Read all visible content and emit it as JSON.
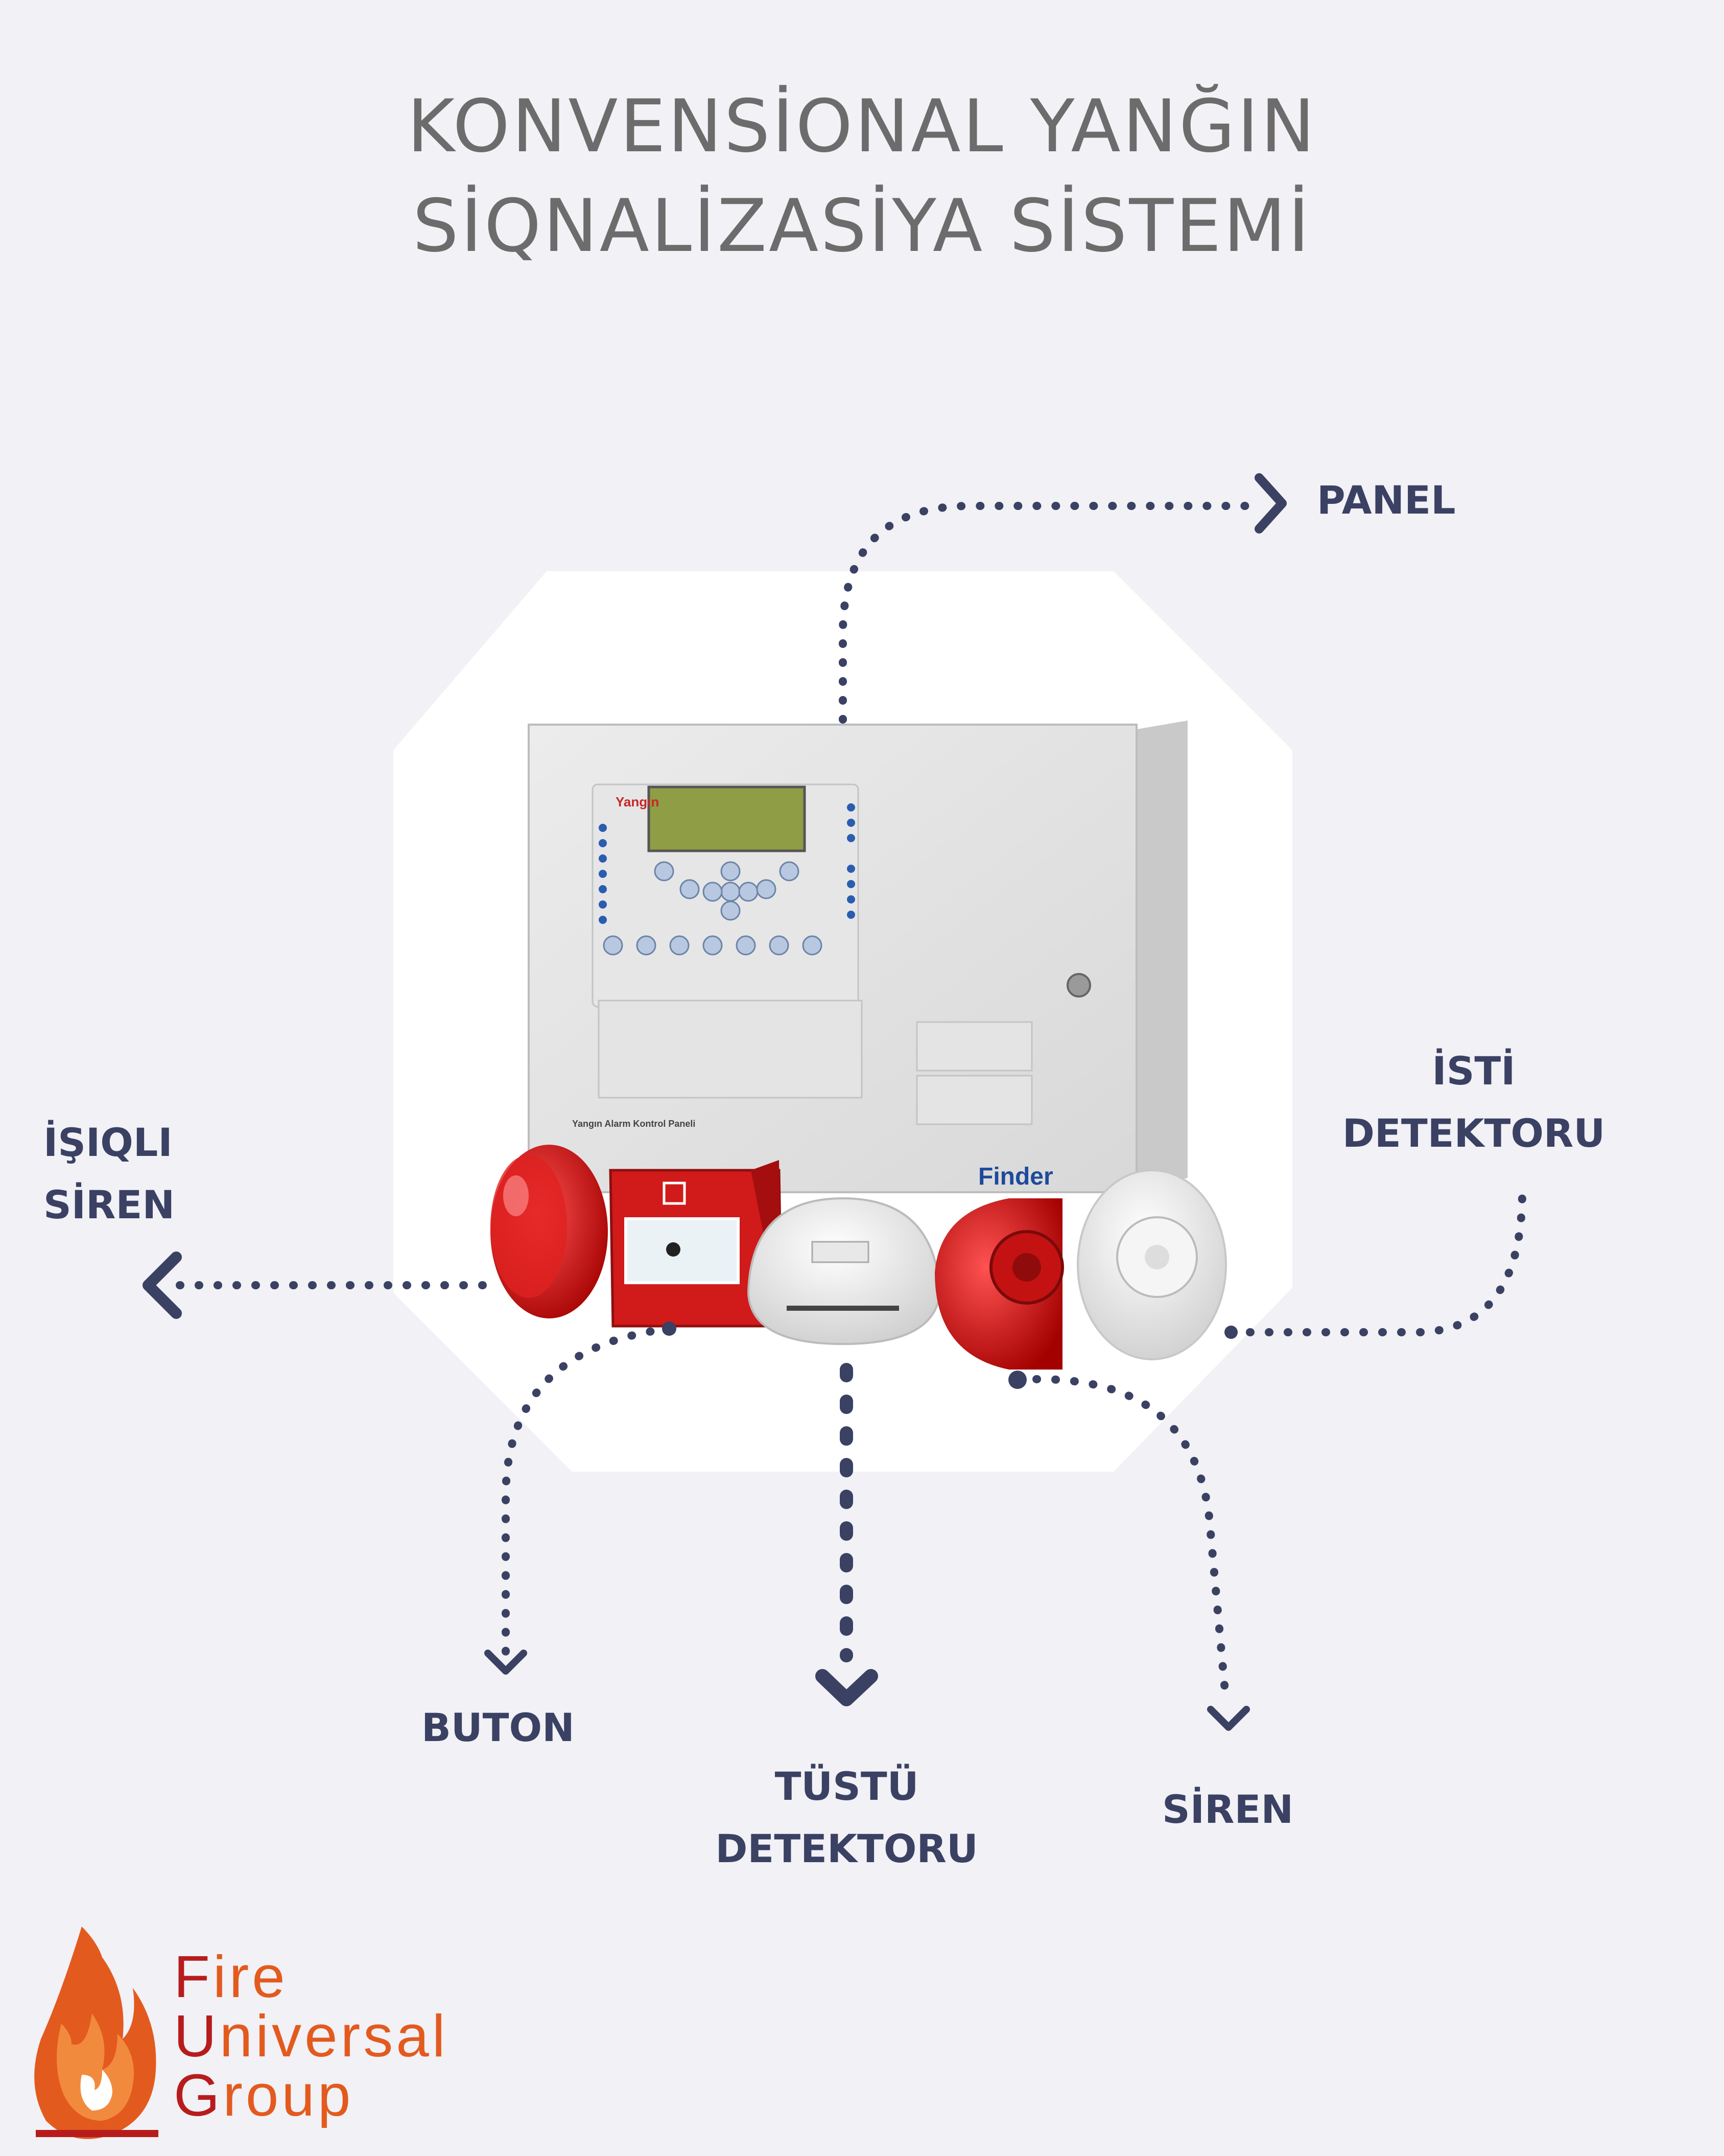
{
  "title": {
    "line1": "KONVENSİONAL YANĞIN",
    "line2": "SİQNALİZASİYA SİSTEMİ"
  },
  "labels": {
    "panel": "PANEL",
    "isti_line1": "İSTİ",
    "isti_line2": "DETEKTORU",
    "isiqli_line1": "İŞIQLI",
    "isiqli_line2": "SİREN",
    "buton": "BUTON",
    "tustu_line1": "TÜSTÜ",
    "tustu_line2": "DETEKTORU",
    "siren": "SİREN"
  },
  "panel_device": {
    "brand": "Yangın",
    "plate": "Yangın Alarm Kontrol Paneli",
    "maker": "Finder"
  },
  "logo": {
    "line1_first": "F",
    "line1_rest": "ire",
    "line2_first": "U",
    "line2_rest": "niversal",
    "line3_first": "G",
    "line3_rest": "roup"
  },
  "colors": {
    "background": "#f1f1f6",
    "label": "#3b4163",
    "arrow": "#3b4163",
    "title": "#6c6c6c",
    "device_red": "#d11a1a",
    "logo_red": "#b71c1c",
    "logo_orange": "#e35a1e"
  }
}
